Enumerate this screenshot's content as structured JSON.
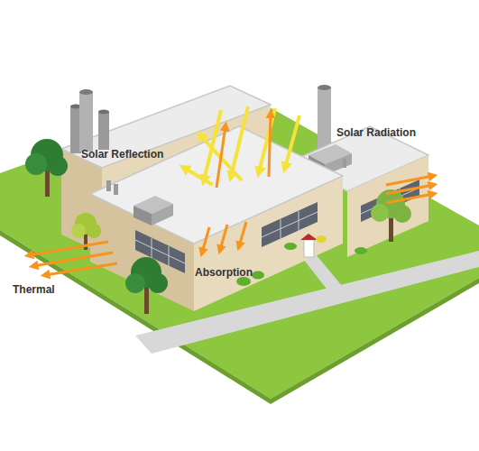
{
  "diagram": {
    "labels": [
      "Solar Reflection",
      "Solar Radiation",
      "Absorption",
      "Thermal"
    ]
  }
}
